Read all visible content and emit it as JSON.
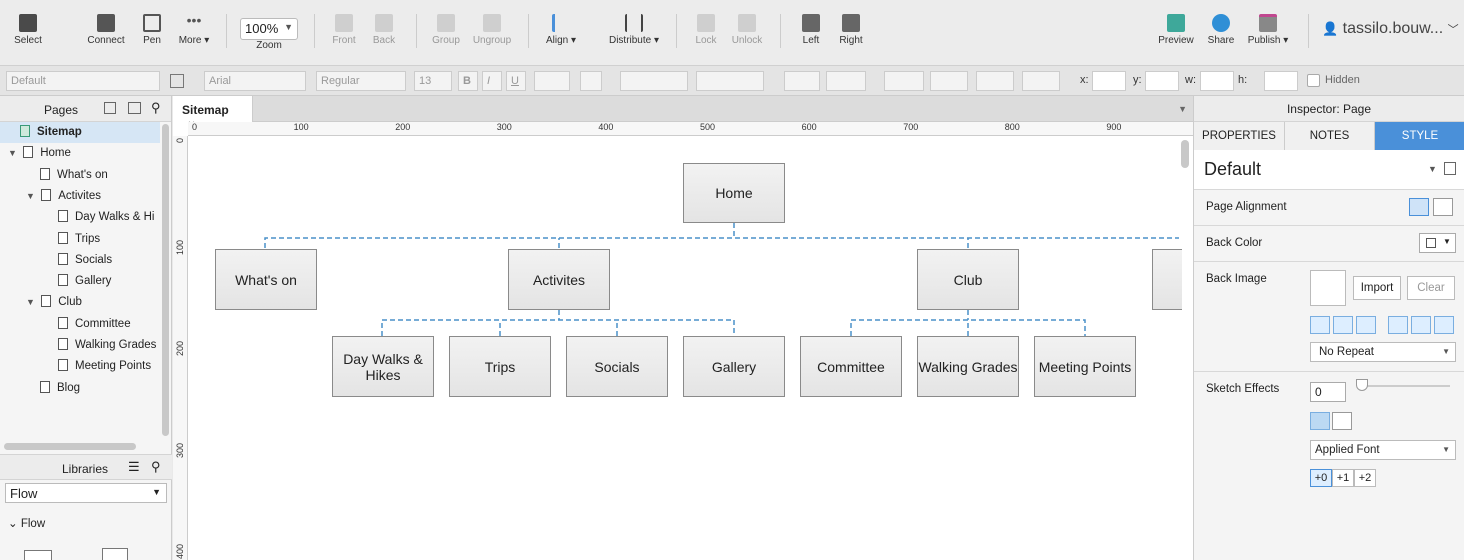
{
  "toolbar": {
    "tools": [
      {
        "label": "Select",
        "icon": "select-icon"
      },
      {
        "label": "Connect",
        "icon": "connect-icon"
      },
      {
        "label": "Pen",
        "icon": "pen-icon"
      },
      {
        "label": "More ▾",
        "icon": "more-icon"
      }
    ],
    "zoom": {
      "value": "100%",
      "label": "Zoom"
    },
    "arrange": [
      {
        "label": "Front"
      },
      {
        "label": "Back"
      },
      {
        "label": "Group"
      },
      {
        "label": "Ungroup"
      }
    ],
    "align": "Align ▾",
    "distribute": "Distribute ▾",
    "lock": "Lock",
    "unlock": "Unlock",
    "left": "Left",
    "right": "Right",
    "preview": "Preview",
    "share": "Share",
    "publish": "Publish ▾",
    "user": "tassilo.bouw..."
  },
  "format": {
    "style": "Default",
    "font": "Arial",
    "weight": "Regular",
    "size": "13",
    "bold": "B",
    "italic": "I",
    "underline": "U",
    "x_label": "x:",
    "y_label": "y:",
    "w_label": "w:",
    "h_label": "h:",
    "hidden": "Hidden"
  },
  "pages": {
    "title": "Pages",
    "items": [
      {
        "label": "Sitemap",
        "level": 0,
        "selected": true
      },
      {
        "label": "Home",
        "level": 0,
        "toggle": "▼"
      },
      {
        "label": "What's on",
        "level": 1
      },
      {
        "label": "Activites",
        "level": 1,
        "toggle": "▼"
      },
      {
        "label": "Day Walks & Hi",
        "level": 2
      },
      {
        "label": "Trips",
        "level": 2
      },
      {
        "label": "Socials",
        "level": 2
      },
      {
        "label": "Gallery",
        "level": 2
      },
      {
        "label": "Club",
        "level": 1,
        "toggle": "▼"
      },
      {
        "label": "Committee",
        "level": 2
      },
      {
        "label": "Walking Grades",
        "level": 2
      },
      {
        "label": "Meeting Points",
        "level": 2
      },
      {
        "label": "Blog",
        "level": 1
      }
    ]
  },
  "libraries": {
    "title": "Libraries",
    "selected": "Flow",
    "section": "Flow"
  },
  "tab": {
    "label": "Sitemap",
    "close": "×"
  },
  "ruler": {
    "h": [
      "0",
      "100",
      "200",
      "300",
      "400",
      "500",
      "600",
      "700",
      "800",
      "900"
    ],
    "v": [
      "0",
      "100",
      "200",
      "300",
      "400"
    ]
  },
  "sitemap": {
    "home": "Home",
    "l1": [
      "What's on",
      "Activites",
      "Club"
    ],
    "activites": [
      "Day Walks & Hikes",
      "Trips",
      "Socials",
      "Gallery"
    ],
    "club": [
      "Committee",
      "Walking Grades",
      "Meeting Points"
    ]
  },
  "inspector": {
    "title": "Inspector: Page",
    "tabs": [
      "PROPERTIES",
      "NOTES",
      "STYLE"
    ],
    "active_tab": "STYLE",
    "style_name": "Default",
    "page_alignment": "Page Alignment",
    "back_color": "Back Color",
    "back_image": "Back Image",
    "import": "Import",
    "clear": "Clear",
    "repeat": "No Repeat",
    "sketch_effects": "Sketch Effects",
    "sketch_value": "0",
    "applied_font": "Applied Font",
    "font_steps": [
      "+0",
      "+1",
      "+2"
    ]
  },
  "colors": {
    "accent": "#4a90d9",
    "connector": "#4a90c8"
  }
}
